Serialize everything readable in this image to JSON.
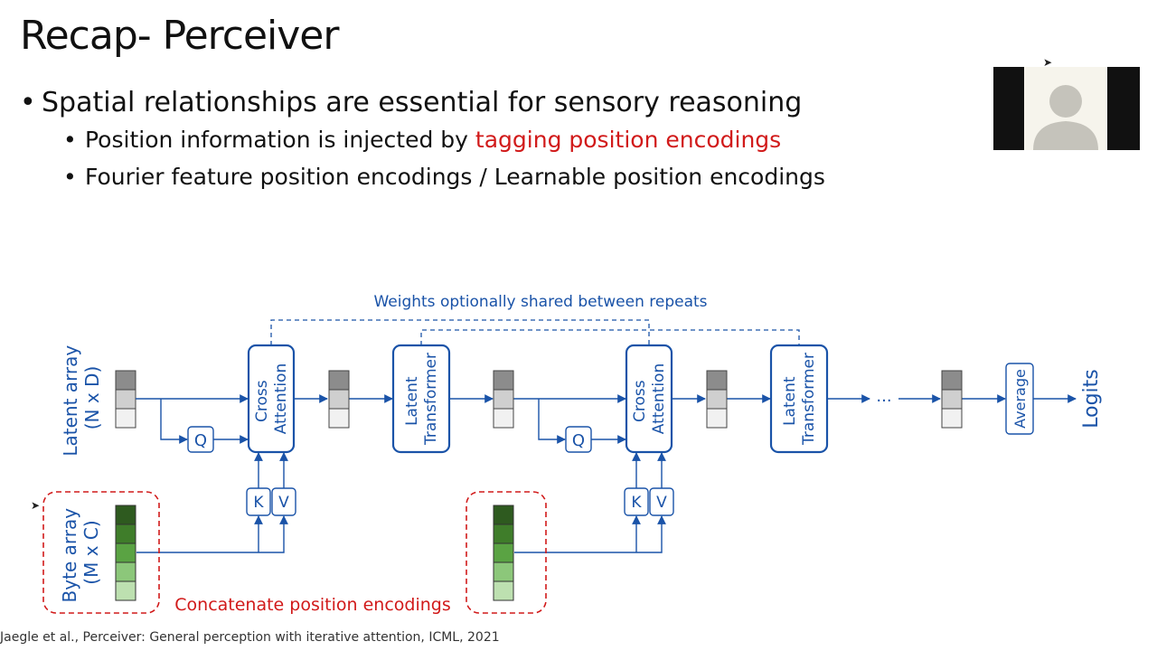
{
  "slide": {
    "title": "Recap- Perceiver",
    "bullets": [
      {
        "text": "Spatial relationships are essential for sensory reasoning"
      }
    ],
    "sub_bullets": [
      {
        "before": "Position information is injected by ",
        "highlight": "tagging position encodings",
        "after": ""
      },
      {
        "before": "Fourier feature position encodings / Learnable position encodings",
        "highlight": "",
        "after": ""
      }
    ],
    "citation": "Jaegle et al., Perceiver: General perception with iterative attention, ICML, 2021"
  },
  "diagram": {
    "shared_weights_label": "Weights optionally shared between repeats",
    "latent_array_label": [
      "Latent array",
      "(N x D)"
    ],
    "byte_array_label": [
      "Byte array",
      "(M x C)"
    ],
    "cross_attention_label": [
      "Cross",
      "Attention"
    ],
    "latent_transformer_label": [
      "Latent",
      "Transformer"
    ],
    "q_label": "Q",
    "k_label": "K",
    "v_label": "V",
    "ellipsis": "...",
    "average_label": "Average",
    "logits_label": "Logits",
    "concat_label": "Concatenate position encodings",
    "colors": {
      "blue": "#1a53a8",
      "red": "#d11a1a",
      "latent_fills": [
        "#8c8c8c",
        "#cfcfcf",
        "#f1f1f1"
      ],
      "byte_fills": [
        "#2e5a1f",
        "#3f7d2a",
        "#5aa343",
        "#8cc77a",
        "#bde0b0"
      ]
    }
  }
}
